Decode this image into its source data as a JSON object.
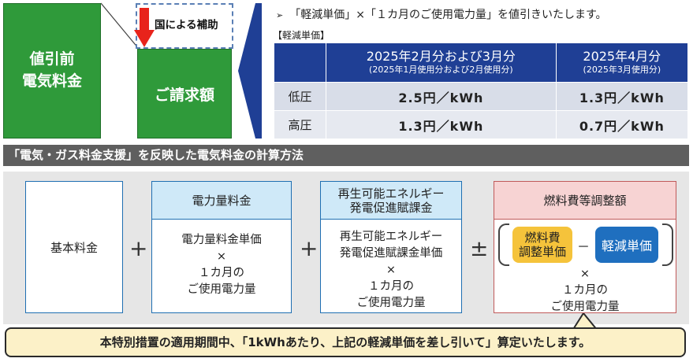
{
  "illustration": {
    "before_label_line1": "値引前",
    "before_label_line2": "電気料金",
    "subsidy_label": "国による補助",
    "bill_label": "ご請求額"
  },
  "intro": {
    "marker": "➢",
    "text": "「軽減単価」×「１カ月のご使用電力量」を値引きいたします。"
  },
  "rate_table": {
    "caption": "【軽減単価】",
    "columns": [
      {
        "period": "2025年2月分および3月分",
        "usage_note": "(2025年1月使用分および2月使用分)"
      },
      {
        "period": "2025年4月分",
        "usage_note": "(2025年3月使用分)"
      }
    ],
    "rows": [
      {
        "label": "低圧",
        "values": [
          "2.5円／kWh",
          "1.3円／kWh"
        ]
      },
      {
        "label": "高圧",
        "values": [
          "1.3円／kWh",
          "0.7円／kWh"
        ]
      }
    ]
  },
  "section_title": "「電気・ガス料金支援」を反映した電気料金の計算方法",
  "formula": {
    "basic": "基本料金",
    "op_plus": "+",
    "op_plusminus": "±",
    "energy": {
      "header": "電力量料金",
      "line1": "電力量料金単価",
      "times": "×",
      "line2": "１カ月の",
      "line3": "ご使用電力量"
    },
    "renewable": {
      "header_line1": "再生可能エネルギー",
      "header_line2": "発電促進賦課金",
      "line1a": "再生可能エネルギー",
      "line1b": "発電促進賦課金単価",
      "times": "×",
      "line2": "１カ月の",
      "line3": "ご使用電力量"
    },
    "fuel": {
      "header": "燃料費等調整額",
      "unit_line1": "燃料費",
      "unit_line2": "調整単価",
      "minus": "－",
      "reduction": "軽減単価",
      "times": "×",
      "line2": "１カ月の",
      "line3": "ご使用電力量"
    }
  },
  "callout": "本特別措置の適用期間中、「1kWhあたり、上記の軽減単価を差し引いて」算定いたします。",
  "colors": {
    "green": "#2f9a3a",
    "navy": "#1f3f95",
    "red_arrow": "#e8231b",
    "fuel_yellow": "#f5c33b",
    "reduction_blue": "#1f6fbf"
  }
}
